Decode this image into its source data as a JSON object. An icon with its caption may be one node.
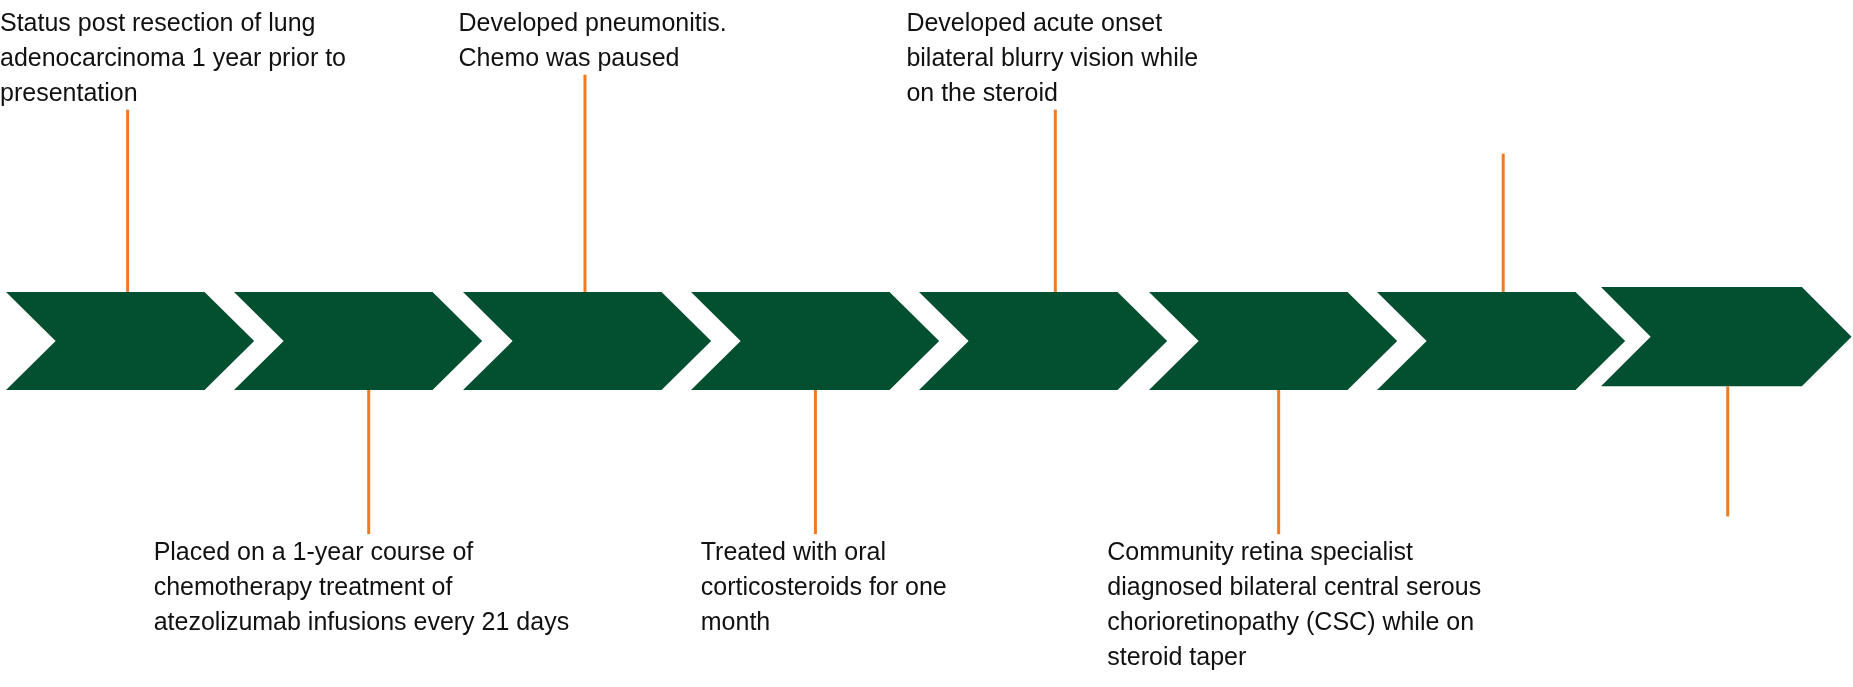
{
  "diagram": {
    "nodes": [
      {
        "text": [
          "Status post resection of lung adenocarcinoma 1 year prior to presentation"
        ]
      },
      {
        "text": [
          "Placed on a 1-year course of chemotherapy treatment of atezolizumab infusions every 21 days"
        ]
      },
      {
        "text": [
          "Developed pneumonitis. Chemo was paused"
        ]
      },
      {
        "text": [
          "Treated with oral corticosteroids for one month"
        ]
      },
      {
        "text": [
          "Developed acute onset bilateral blurry vision while on the steroid"
        ]
      },
      {
        "text": [
          "Community retina specialist diagnosed bilateral central serous chorioretinopathy (CSC) while on steroid taper"
        ]
      },
      {
        "text": [],
        "shape": "chevron"
      },
      {
        "text": [],
        "shape": "chevron"
      },
      {
        "text": [],
        "shape": "chevron"
      },
      {
        "text": [],
        "shape": "chevron"
      },
      {
        "text": [],
        "shape": "chevron"
      },
      {
        "text": [],
        "shape": "chevron"
      },
      {
        "text": [],
        "shape": "chevron"
      },
      {
        "text": [],
        "shape": "chevron"
      }
    ],
    "edges": [
      {
        "from": 0,
        "to": 6,
        "arrow": "none"
      },
      {
        "from": 1,
        "to": 7,
        "arrow": "none"
      },
      {
        "from": 2,
        "to": 8,
        "arrow": "none"
      },
      {
        "from": 3,
        "to": 9,
        "arrow": "none"
      },
      {
        "from": 4,
        "to": 10,
        "arrow": "none"
      },
      {
        "from": 5,
        "to": 11,
        "arrow": "none"
      },
      {
        "from": null,
        "to": 12,
        "arrow": "none"
      },
      {
        "from": 13,
        "to": null,
        "arrow": "none"
      }
    ]
  }
}
